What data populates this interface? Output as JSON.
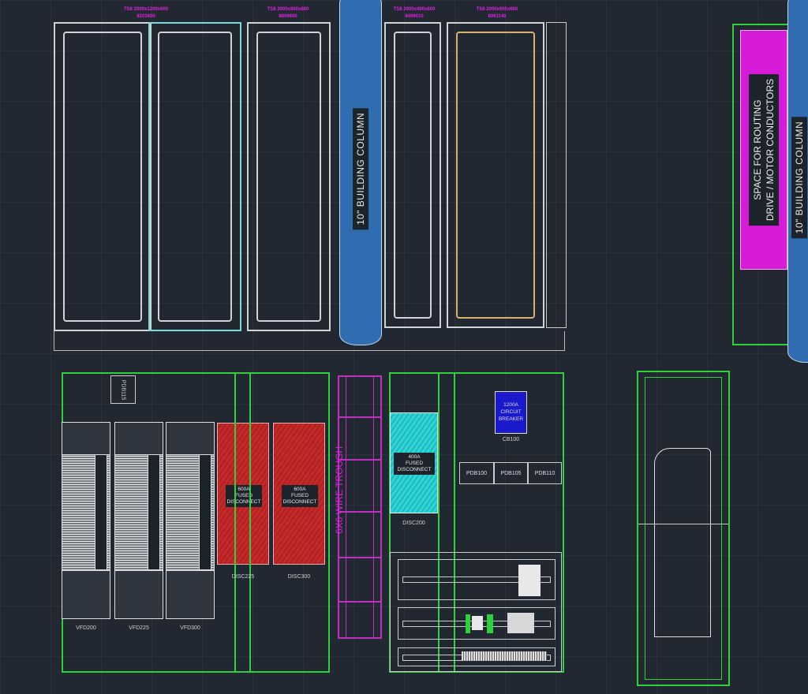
{
  "top_enclosures": [
    {
      "spec": "TS8 2000x1200x600",
      "part": "8201600"
    },
    {
      "spec": "TS8 2000x800x600",
      "part": "8806600"
    },
    {
      "spec": "TS8 2000x400x600",
      "part": "8406010"
    },
    {
      "spec": "TS8 2000x600x600",
      "part": "8061140"
    }
  ],
  "building_column": "10\" BUILDING COLUMN",
  "routing_space": {
    "line1": "SPACE FOR ROUTING",
    "line2": "DRIVE / MOTOR CONDUCTORS"
  },
  "pdb115": "PDB115",
  "vfds": [
    "VFD200",
    "VFD225",
    "VFD300"
  ],
  "disconnects": [
    {
      "rating": "600A",
      "type1": "FUSED",
      "type2": "DISCONNECT",
      "tag": "DISC225"
    },
    {
      "rating": "600A",
      "type1": "FUSED",
      "type2": "DISCONNECT",
      "tag": "DISC300"
    },
    {
      "rating": "400A",
      "type1": "FUSED",
      "type2": "DISCONNECT",
      "tag": "DISC200"
    }
  ],
  "wire_trough": "6X6 WIRE TROUGH",
  "breaker": {
    "rating": "1200A",
    "line2": "CIRCUIT",
    "line3": "BREAKER",
    "tag": "CB100"
  },
  "pdbs": [
    "PDB100",
    "PDB105",
    "PDB110"
  ],
  "colors": {
    "enclosure_green": "#2fd13a",
    "column_blue": "#2f6db0",
    "magenta": "#e020e0",
    "red": "#c42a2a",
    "cyan": "#2fd6d6",
    "breaker_blue": "#1a1acc"
  }
}
